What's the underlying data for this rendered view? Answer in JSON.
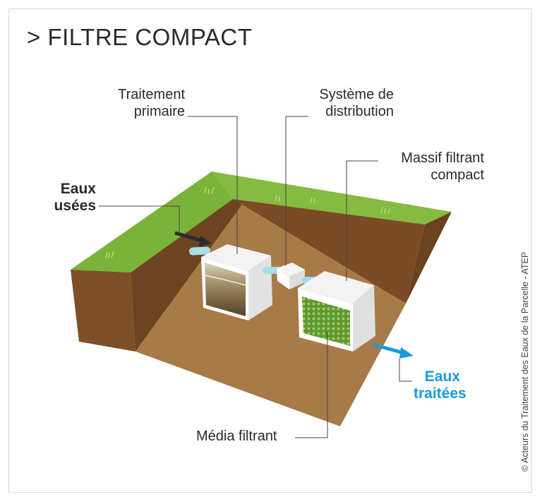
{
  "title": "> FILTRE COMPACT",
  "labels": {
    "primary_line1": "Traitement",
    "primary_line2": "primaire",
    "distribution_line1": "Système de",
    "distribution_line2": "distribution",
    "massif_line1": "Massif filtrant",
    "massif_line2": "compact",
    "eaux_usees_line1": "Eaux",
    "eaux_usees_line2": "usées",
    "eaux_traitees_line1": "Eaux",
    "eaux_traitees_line2": "traitées",
    "media": "Média filtrant"
  },
  "copyright": "© Acteurs du Traitement des Eaux de la Parcelle - ATEP",
  "colors": {
    "grass": "#7bb23a",
    "soil": "#8a5a2e",
    "soil_floor": "#a87a47",
    "media": "#6da53a",
    "treated_water": "#1a9bd7",
    "pipe": "#a9dbe9"
  }
}
